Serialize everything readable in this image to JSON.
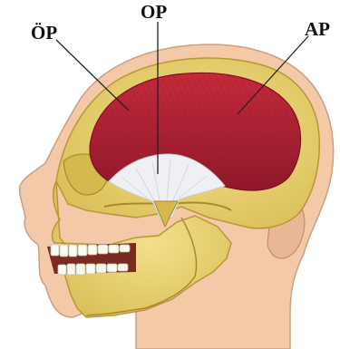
{
  "labels": {
    "op": "OP",
    "op_umlaut": "ÖP",
    "ap": "AP"
  },
  "colors": {
    "skin": "#f3c9a8",
    "skin_shadow": "#e2ad8b",
    "bone": "#ecd773",
    "bone_shadow": "#c9ad4a",
    "muscle": "#b32134",
    "muscle_dark": "#8a1426",
    "tendon": "#eef0f3",
    "mouth": "#7a2a22",
    "teeth": "#fbfaf2"
  }
}
